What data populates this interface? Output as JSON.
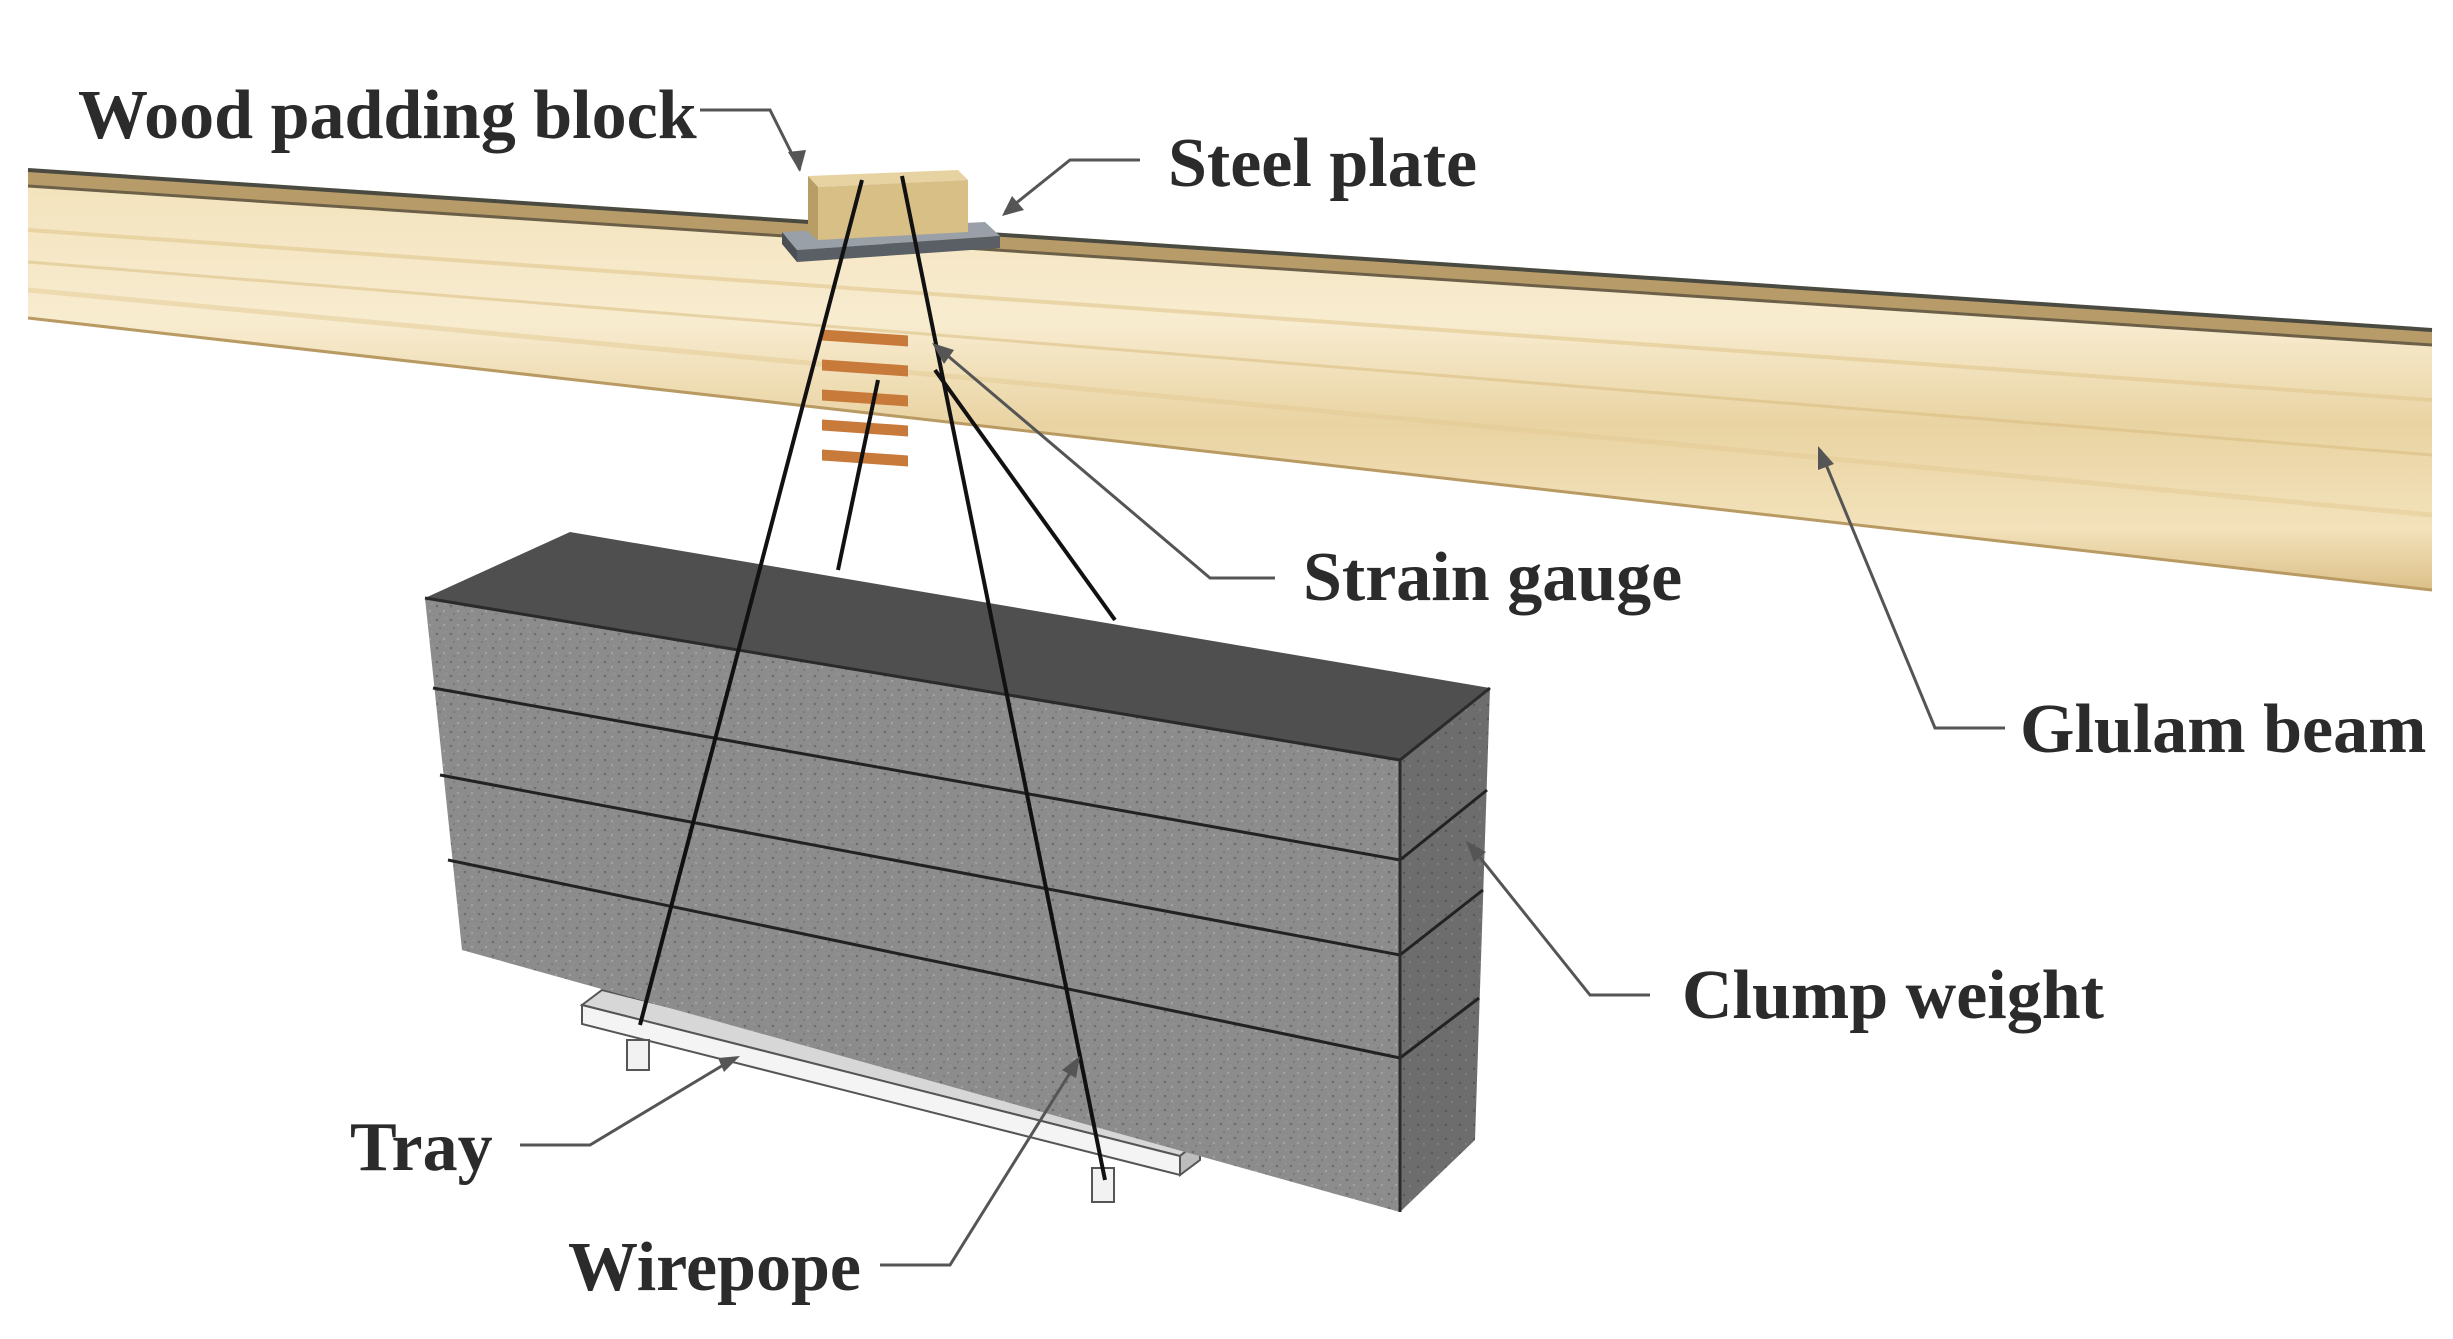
{
  "labels": {
    "wood_padding_block": "Wood padding block",
    "steel_plate": "Steel plate",
    "strain_gauge": "Strain gauge",
    "glulam_beam": "Glulam beam",
    "clump_weight": "Clump weight",
    "tray": "Tray",
    "wirepope": "Wirepope"
  },
  "colors": {
    "beam_light": "#f6e8c6",
    "beam_mid": "#e7cf9b",
    "beam_dark": "#cfae70",
    "beam_edge": "#4a4a40",
    "concrete_front": "#8a8a8a",
    "concrete_top": "#4f4f4f",
    "concrete_side": "#6a6a6a",
    "steel": "#6b6f75",
    "wood_block": "#dcc48e",
    "gauge": "#c77a3a",
    "tray": "#f2f2f2",
    "leader": "#555555",
    "text": "#2b2b2b"
  }
}
